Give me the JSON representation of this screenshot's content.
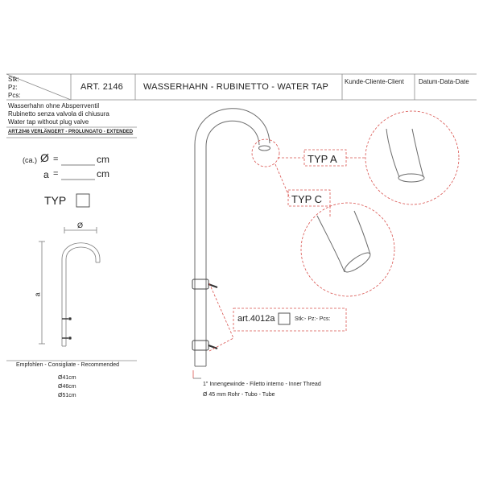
{
  "header": {
    "qty_labels": [
      "Stk:",
      "Pz:",
      "Pcs:"
    ],
    "article": "ART. 2146",
    "title": "WASSERHAHN - RUBINETTO - WATER TAP",
    "client_label": "Kunde-Cliente-Client",
    "date_label": "Datum-Data-Date"
  },
  "description": {
    "lines": [
      "Wasserhahn ohne Absperrventil",
      "Rubinetto senza valvola di chiusura",
      "Water tap without plug valve"
    ],
    "variant": "ART.2046  VERLÄNGERT - PROLUNGATO - EXTENDED"
  },
  "form": {
    "diameter_prefix": "(ca.)",
    "diameter_symbol": "Ø",
    "diameter_unit": "cm",
    "a_symbol": "a",
    "a_unit": "cm",
    "equals": "=",
    "typ_label": "TYP"
  },
  "small_drawing": {
    "diameter_label": "Ø",
    "height_label": "a"
  },
  "recommended": {
    "title": "Empfohlen - Consigliate - Recommended",
    "values": [
      "Ø41cm",
      "Ø46cm",
      "Ø51cm"
    ]
  },
  "callouts": {
    "typ_a": "TYP  A",
    "typ_c": "TYP  C",
    "bracket_article": "art.4012a",
    "bracket_qty": "Stk:- Pz:- Pcs:"
  },
  "thread": {
    "line1": "1\" Innengewinde - Filetto interno - Inner Thread",
    "line2": "Ø 45 mm  Rohr - Tubo - Tube"
  },
  "colors": {
    "line": "#6b6b6b",
    "callout": "#d9534f",
    "text": "#222222"
  }
}
